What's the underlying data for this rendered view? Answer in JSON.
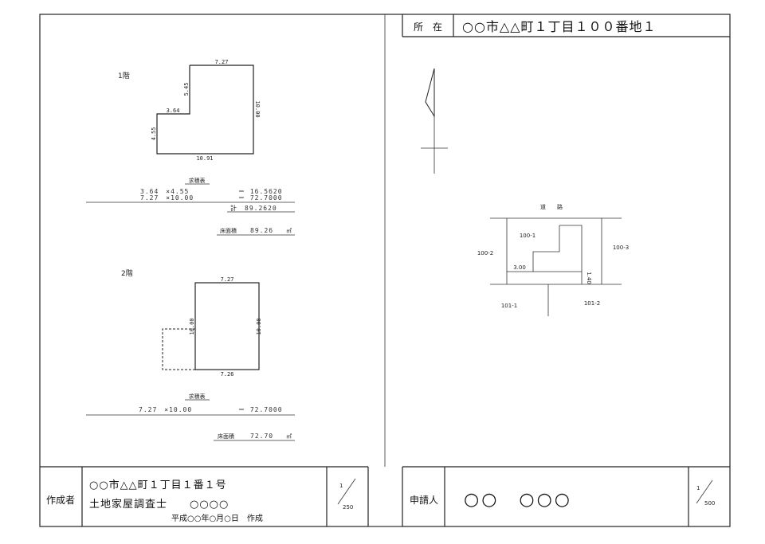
{
  "header": {
    "location_label": "所　在",
    "location_value": "○○市△△町１丁目１００番地１"
  },
  "floor1": {
    "label": "1階",
    "dims": {
      "top": "7.27",
      "upper_left": "5.45",
      "step": "3.64",
      "left": "4.55",
      "right": "10.00",
      "bottom": "10.91"
    },
    "calc_title": "求積表",
    "calc_row1_expr": "3.64　×4.55",
    "calc_row1_result": "＝ 16.5620",
    "calc_row2_expr": "7.27　×10.00",
    "calc_row2_result": "＝ 72.7000",
    "total": "計　89.2620",
    "area_label": "床面積",
    "area_value": "89.26",
    "area_unit": "㎡"
  },
  "floor2": {
    "label": "2階",
    "dims": {
      "top": "7.27",
      "inner_left": "10.00",
      "right": "10.00",
      "bottom": "7.26"
    },
    "calc_title": "求積表",
    "calc_row1_expr": "7.27　×10.00",
    "calc_row1_result": "＝ 72.7000",
    "area_label": "床面積",
    "area_value": "72.70",
    "area_unit": "㎡"
  },
  "site_map": {
    "road": "道　　路",
    "lot_main": "100-1",
    "lot_left": "100-2",
    "lot_right": "100-3",
    "lot_bottom_left": "101-1",
    "lot_bottom_right": "101-2",
    "dist_setback": "3.00",
    "dist_side": "1.40"
  },
  "footer": {
    "author_label": "作成者",
    "author_address": "○○市△△町１丁目１番１号",
    "author_title": "土地家屋調査士　　○○○○",
    "created": "平成○○年○月○日　作成",
    "scale_left_num": "1",
    "scale_left_den": "250",
    "applicant_label": "申請人",
    "applicant_name": "○○　○○○",
    "scale_right_num": "1",
    "scale_right_den": "500"
  }
}
